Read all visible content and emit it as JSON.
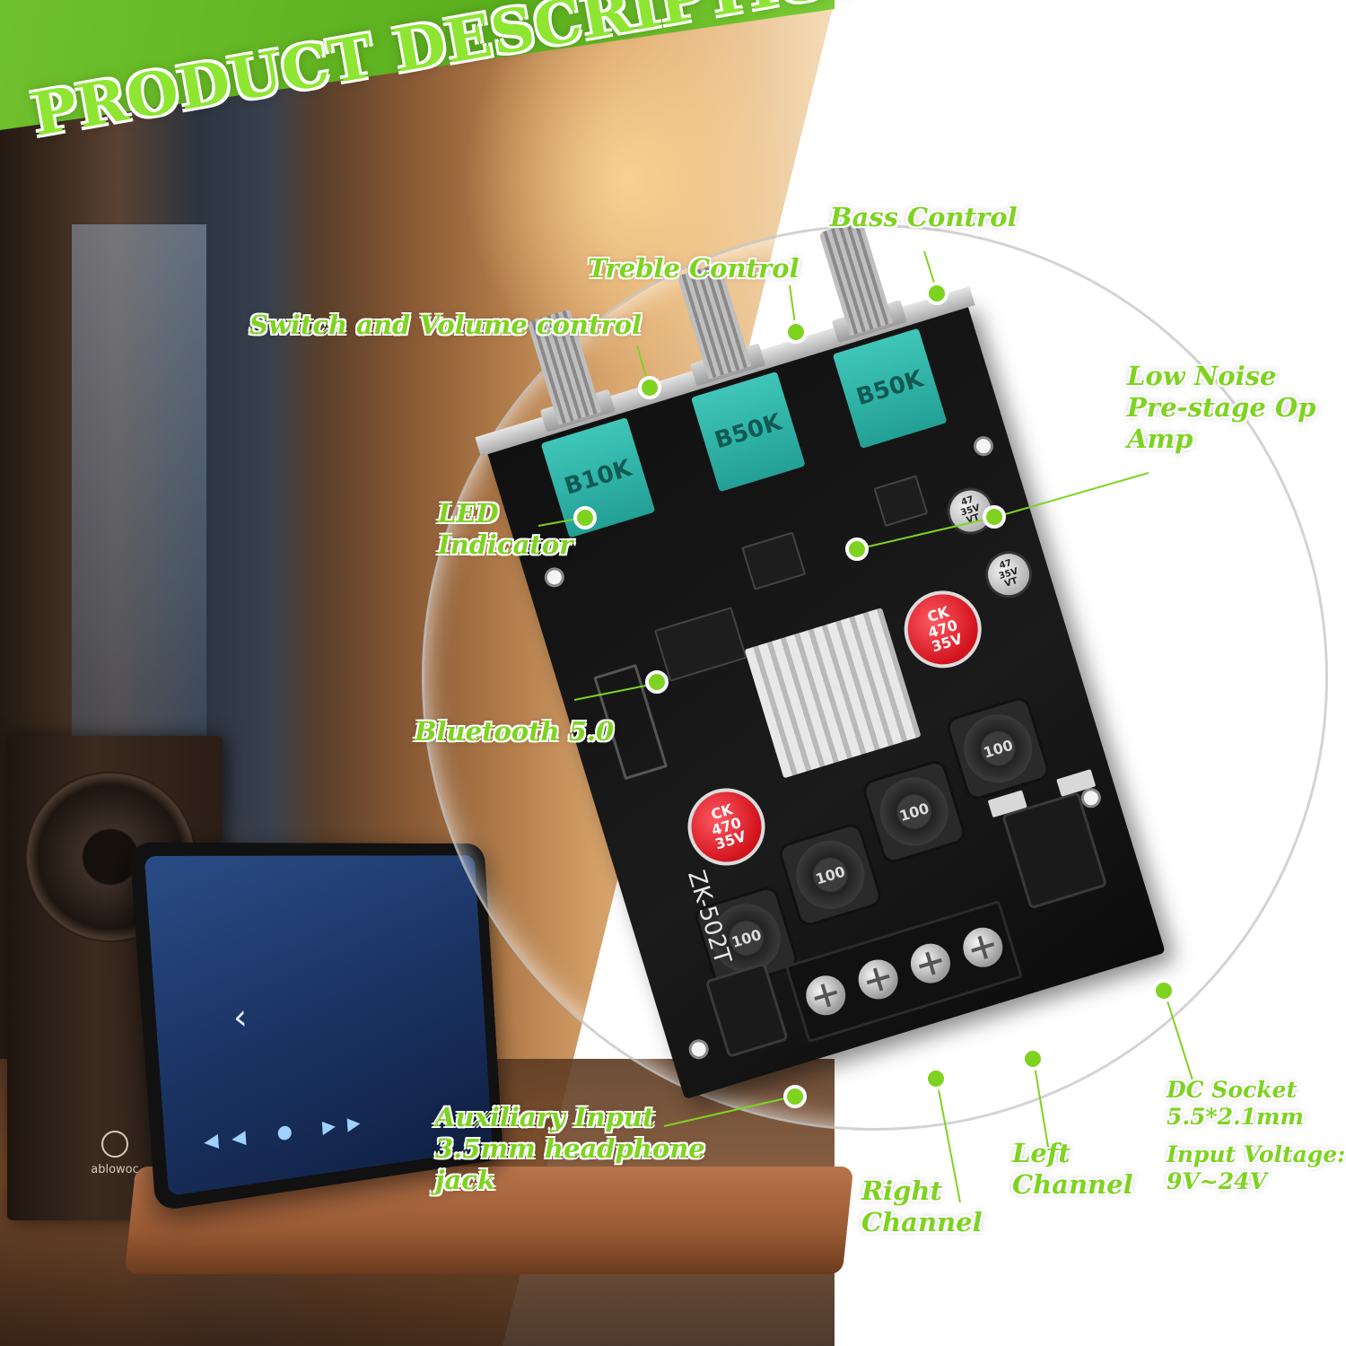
{
  "title": "PRODUCT DESCRIPTION",
  "labels": {
    "bass_control": "Bass Control",
    "treble_control": "Treble Control",
    "switch_volume": "Switch and Volume control",
    "low_noise": [
      "Low Noise",
      "Pre-stage Op",
      "Amp"
    ],
    "led": [
      "LED",
      "Indicator"
    ],
    "bluetooth": "Bluetooth 5.0",
    "aux": [
      "Auxiliary Input",
      "3.5mm headphone",
      "jack"
    ],
    "right_channel": [
      "Right",
      "Channel"
    ],
    "left_channel": [
      "Left",
      "Channel"
    ],
    "dc_socket": [
      "DC Socket",
      "5.5*2.1mm"
    ],
    "input_voltage": [
      "Input Voltage:",
      "9V~24V"
    ]
  },
  "board": {
    "model": "ZK-502T",
    "pot_volume": "B10K",
    "pot_treble": "B50K",
    "pot_bass": "B50K",
    "main_caps": [
      "CK\n470\n35V",
      "CK\n470\n35V"
    ],
    "small_caps": [
      "47\n35V\nVT",
      "47\n35V\nVT"
    ],
    "inductor": "100"
  },
  "speaker_brand": "ablowoc",
  "colors": {
    "accent_green": "#7ed321",
    "band_green": "#5aae1c",
    "pot_teal": "#3fc6b8",
    "cap_red": "#d2121c"
  }
}
